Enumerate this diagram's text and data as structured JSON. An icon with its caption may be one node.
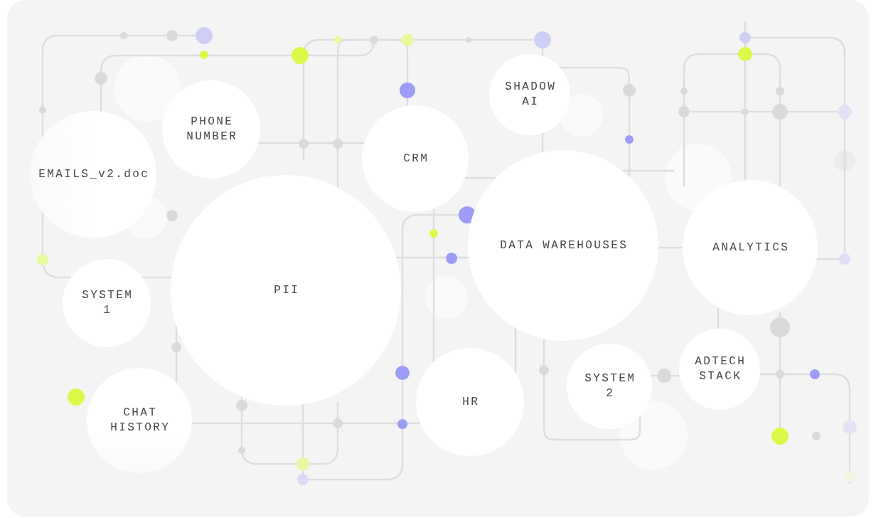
{
  "diagram": {
    "nodes": [
      {
        "text": [
          "PHONE NUMBER"
        ]
      },
      {
        "text": [
          "CRM"
        ]
      },
      {
        "text": [
          "SHADOW AI"
        ]
      },
      {
        "text": [
          "EMAILS_v2.doc"
        ]
      },
      {
        "text": [
          "PII"
        ]
      },
      {
        "text": [
          "DATA WAREHOUSES"
        ]
      },
      {
        "text": [
          "ANALYTICS"
        ]
      },
      {
        "text": [
          "SYSTEM 1"
        ]
      },
      {
        "text": [
          "HR"
        ]
      },
      {
        "text": [
          "SYSTEM 2"
        ]
      },
      {
        "text": [
          "ADTECH STACK"
        ]
      },
      {
        "text": [
          "CHAT HISTORY"
        ]
      }
    ],
    "edges": [
      {
        "from": 0,
        "to": 1,
        "arrow": "none"
      },
      {
        "from": 1,
        "to": 5,
        "arrow": "none"
      },
      {
        "from": 5,
        "to": 6,
        "arrow": "none"
      },
      {
        "from": 7,
        "to": 4,
        "arrow": "none"
      },
      {
        "from": 6,
        "to": 10,
        "arrow": "none"
      },
      {
        "from": 9,
        "to": 10,
        "arrow": "none"
      },
      {
        "from": 11,
        "to": 8,
        "arrow": "none"
      },
      {
        "from": 2,
        "to": 5,
        "arrow": "none"
      },
      {
        "from": 5,
        "to": 8,
        "arrow": "none"
      },
      {
        "from": 1,
        "to": 8,
        "arrow": "none"
      },
      {
        "from": 2,
        "to": 5,
        "arrow": "none"
      },
      {
        "from": 5,
        "to": 9,
        "arrow": "none"
      },
      {
        "from": 4,
        "to": 11,
        "arrow": "none"
      },
      {
        "from": 4,
        "to": 5,
        "arrow": "none"
      },
      {
        "from": 1,
        "to": 4,
        "arrow": "none"
      }
    ]
  }
}
